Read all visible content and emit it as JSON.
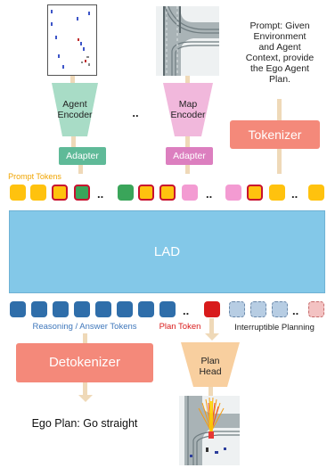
{
  "prompt_text": [
    "Prompt: Given",
    "Environment",
    "and Agent",
    "Context, provide",
    "the Ego Agent",
    "Plan."
  ],
  "agent_encoder_label": [
    "Agent",
    "Encoder"
  ],
  "map_encoder_label": [
    "Map",
    "Encoder"
  ],
  "between_encoders_dots": "..",
  "adapter_agent_label": "Adapter",
  "adapter_map_label": "Adapter",
  "tokenizer_label": "Tokenizer",
  "prompt_tokens_label": "Prompt Tokens",
  "lad_label": "LAD",
  "reasoning_tokens_label": "Reasoning / Answer Tokens",
  "plan_token_label": "Plan Token",
  "interruptible_label": "Interruptible Planning",
  "detokenizer_label": "Detokenizer",
  "plan_head_label": [
    "Plan",
    "Head"
  ],
  "ego_plan_text": "Ego Plan: Go straight",
  "token_dots": "..",
  "colors": {
    "agent_encoder": "#a8dcc6",
    "map_encoder": "#f1b8dc",
    "adapter_agent": "#5fba98",
    "adapter_map": "#dc7fbf",
    "tokenizer": "#f4897a",
    "detokenizer": "#f4897a",
    "plan_head": "#f8cf9f",
    "lad": "#83c8e8",
    "prompt_label": "#f0a400",
    "reasoning_label": "#3f77bb",
    "plan_token_label": "#d81b1b",
    "token_yellow": "#ffc20e",
    "token_green": "#3aa55a",
    "token_pink": "#f39bd2",
    "token_blue": "#2f6eaa",
    "token_red": "#d81b1b",
    "arrow": "#efd9b8"
  }
}
